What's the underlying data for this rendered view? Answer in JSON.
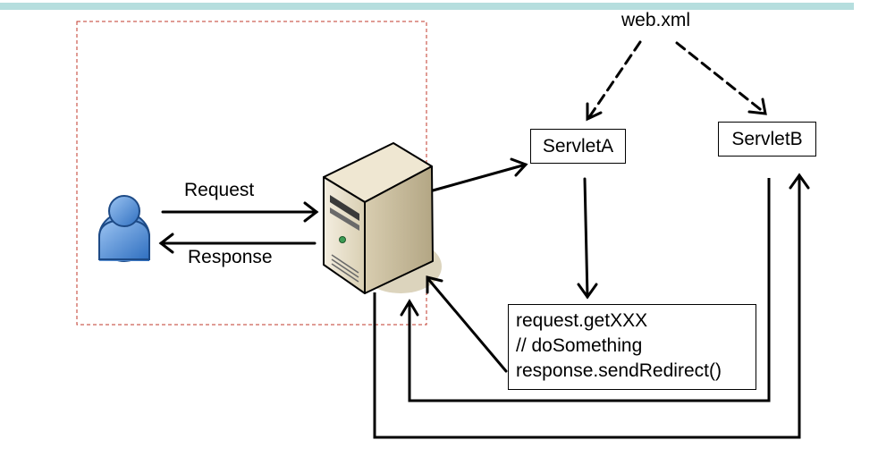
{
  "colors": {
    "top_bar": "#b6dede",
    "dashed_boundary": "#c0392b",
    "arrow": "#000000",
    "user_fill": "#4e8fd8",
    "server_body": "#e6dcc2",
    "server_shadow": "#dcd4bd"
  },
  "icons": {
    "user": "user-icon",
    "server": "server-icon"
  },
  "labels": {
    "web_xml": "web.xml",
    "request": "Request",
    "response": "Response"
  },
  "servlets": {
    "a": "ServletA",
    "b": "ServletB"
  },
  "code": {
    "line1": "request.getXXX",
    "line2": "// doSomething",
    "line3": "response.sendRedirect()"
  }
}
